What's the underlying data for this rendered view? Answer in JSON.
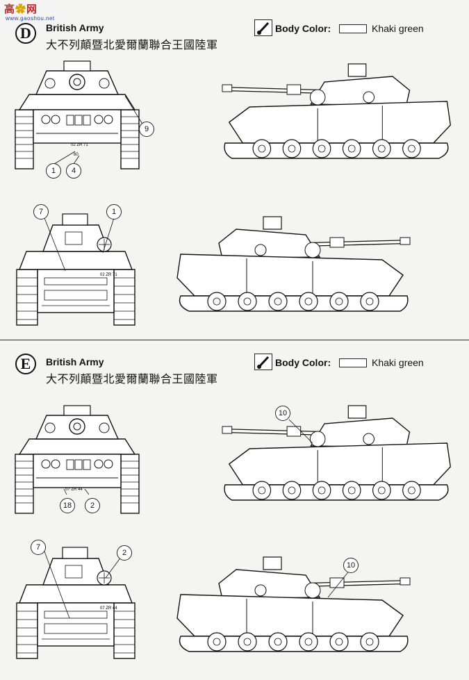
{
  "watermark": {
    "logo_text": "高手网",
    "url": "www.gaoshou.net"
  },
  "sections": [
    {
      "letter": "D",
      "army": "British Army",
      "army_cjk": "大不列顛暨北愛爾蘭聯合王國陸軍",
      "body_color_label": "Body Color:",
      "color_name": "Khaki green",
      "front_callouts": [
        "9",
        "1",
        "4"
      ],
      "rear_callouts": [
        "7",
        "1"
      ],
      "front_plate": "02 ZR 71",
      "front_number": "60",
      "rear_plate": "02 ZR 71"
    },
    {
      "letter": "E",
      "army": "British Army",
      "army_cjk": "大不列顛暨北愛爾蘭聯合王國陸軍",
      "body_color_label": "Body Color:",
      "color_name": "Khaki green",
      "front_callouts": [
        "18",
        "2"
      ],
      "side_callouts": [
        "10"
      ],
      "rear_callouts": [
        "7",
        "2"
      ],
      "rear_side_callouts": [
        "10"
      ],
      "front_plate": "07 ZR 44",
      "rear_plate": "07 ZR 44"
    }
  ],
  "colors": {
    "ink": "#1a1a1a",
    "paper": "#f4f4f2",
    "watermark_red": "#c0282d"
  }
}
